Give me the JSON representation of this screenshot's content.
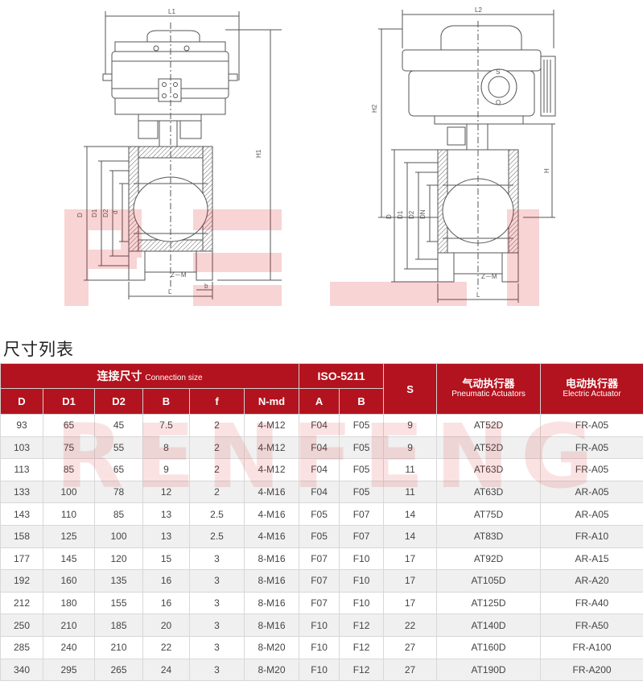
{
  "drawing": {
    "left_dims": {
      "L1": "L1",
      "H1": "H1",
      "D": "D",
      "D1": "D1",
      "D2": "D2",
      "d": "d",
      "L": "L",
      "b": "b",
      "ZM": "Z－M"
    },
    "right_dims": {
      "L2": "L2",
      "H2": "H2",
      "H": "H",
      "D": "D",
      "D1": "D1",
      "D2": "D2",
      "DN": "DN",
      "L": "L",
      "ZM": "Z－M",
      "S": "S",
      "O": "O"
    }
  },
  "watermark": "RENFENG",
  "section_title": "尺寸列表",
  "table": {
    "group_headers": {
      "connection_cn": "连接尺寸",
      "connection_en": "Connection size",
      "iso": "ISO-5211",
      "s": "S",
      "pneumatic_cn": "气动执行器",
      "pneumatic_en": "Pneumatic Actuators",
      "electric_cn": "电动执行器",
      "electric_en": "Electric Actuator"
    },
    "columns": [
      "D",
      "D1",
      "D2",
      "B",
      "f",
      "N-md",
      "A",
      "B"
    ],
    "rows": [
      [
        "93",
        "65",
        "45",
        "7.5",
        "2",
        "4-M12",
        "F04",
        "F05",
        "9",
        "AT52D",
        "FR-A05"
      ],
      [
        "103",
        "75",
        "55",
        "8",
        "2",
        "4-M12",
        "F04",
        "F05",
        "9",
        "AT52D",
        "FR-A05"
      ],
      [
        "113",
        "85",
        "65",
        "9",
        "2",
        "4-M12",
        "F04",
        "F05",
        "11",
        "AT63D",
        "FR-A05"
      ],
      [
        "133",
        "100",
        "78",
        "12",
        "2",
        "4-M16",
        "F04",
        "F05",
        "11",
        "AT63D",
        "AR-A05"
      ],
      [
        "143",
        "110",
        "85",
        "13",
        "2.5",
        "4-M16",
        "F05",
        "F07",
        "14",
        "AT75D",
        "AR-A05"
      ],
      [
        "158",
        "125",
        "100",
        "13",
        "2.5",
        "4-M16",
        "F05",
        "F07",
        "14",
        "AT83D",
        "FR-A10"
      ],
      [
        "177",
        "145",
        "120",
        "15",
        "3",
        "8-M16",
        "F07",
        "F10",
        "17",
        "AT92D",
        "AR-A15"
      ],
      [
        "192",
        "160",
        "135",
        "16",
        "3",
        "8-M16",
        "F07",
        "F10",
        "17",
        "AT105D",
        "AR-A20"
      ],
      [
        "212",
        "180",
        "155",
        "16",
        "3",
        "8-M16",
        "F07",
        "F10",
        "17",
        "AT125D",
        "FR-A40"
      ],
      [
        "250",
        "210",
        "185",
        "20",
        "3",
        "8-M16",
        "F10",
        "F12",
        "22",
        "AT140D",
        "FR-A50"
      ],
      [
        "285",
        "240",
        "210",
        "22",
        "3",
        "8-M20",
        "F10",
        "F12",
        "27",
        "AT160D",
        "FR-A100"
      ],
      [
        "340",
        "295",
        "265",
        "24",
        "3",
        "8-M20",
        "F10",
        "F12",
        "27",
        "AT190D",
        "FR-A200"
      ]
    ]
  },
  "colors": {
    "header_red": "#b3131e",
    "watermark_red": "#d9191f",
    "line_gray": "#555555"
  }
}
